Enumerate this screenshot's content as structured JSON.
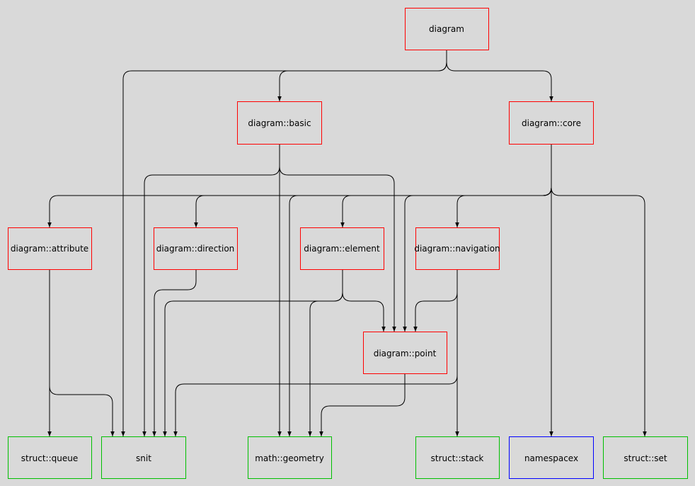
{
  "colors": {
    "background": "#d9d9d9",
    "package_box": "#ff0000",
    "external_box": "#00c000",
    "namespace_box": "#0000ff",
    "edge": "#000000"
  },
  "nodes": {
    "diagram": {
      "label": "diagram",
      "kind": "package"
    },
    "basic": {
      "label": "diagram::basic",
      "kind": "package"
    },
    "core": {
      "label": "diagram::core",
      "kind": "package"
    },
    "attribute": {
      "label": "diagram::attribute",
      "kind": "package"
    },
    "direction": {
      "label": "diagram::direction",
      "kind": "package"
    },
    "element": {
      "label": "diagram::element",
      "kind": "package"
    },
    "navigation": {
      "label": "diagram::navigation",
      "kind": "package"
    },
    "point": {
      "label": "diagram::point",
      "kind": "package"
    },
    "queue": {
      "label": "struct::queue",
      "kind": "external"
    },
    "snit": {
      "label": "snit",
      "kind": "external"
    },
    "geometry": {
      "label": "math::geometry",
      "kind": "external"
    },
    "stack": {
      "label": "struct::stack",
      "kind": "external"
    },
    "namespacex": {
      "label": "namespacex",
      "kind": "namespace"
    },
    "set": {
      "label": "struct::set",
      "kind": "external"
    }
  },
  "edges": [
    {
      "from": "diagram",
      "to": "snit"
    },
    {
      "from": "diagram",
      "to": "basic"
    },
    {
      "from": "diagram",
      "to": "core"
    },
    {
      "from": "basic",
      "to": "snit"
    },
    {
      "from": "basic",
      "to": "geometry"
    },
    {
      "from": "basic",
      "to": "point"
    },
    {
      "from": "core",
      "to": "attribute"
    },
    {
      "from": "core",
      "to": "direction"
    },
    {
      "from": "core",
      "to": "element"
    },
    {
      "from": "core",
      "to": "navigation"
    },
    {
      "from": "core",
      "to": "geometry"
    },
    {
      "from": "core",
      "to": "point"
    },
    {
      "from": "core",
      "to": "namespacex"
    },
    {
      "from": "core",
      "to": "set"
    },
    {
      "from": "attribute",
      "to": "queue"
    },
    {
      "from": "attribute",
      "to": "snit"
    },
    {
      "from": "direction",
      "to": "snit"
    },
    {
      "from": "element",
      "to": "snit"
    },
    {
      "from": "element",
      "to": "geometry"
    },
    {
      "from": "element",
      "to": "point"
    },
    {
      "from": "navigation",
      "to": "point"
    },
    {
      "from": "navigation",
      "to": "stack"
    },
    {
      "from": "navigation",
      "to": "snit"
    },
    {
      "from": "point",
      "to": "geometry"
    }
  ]
}
